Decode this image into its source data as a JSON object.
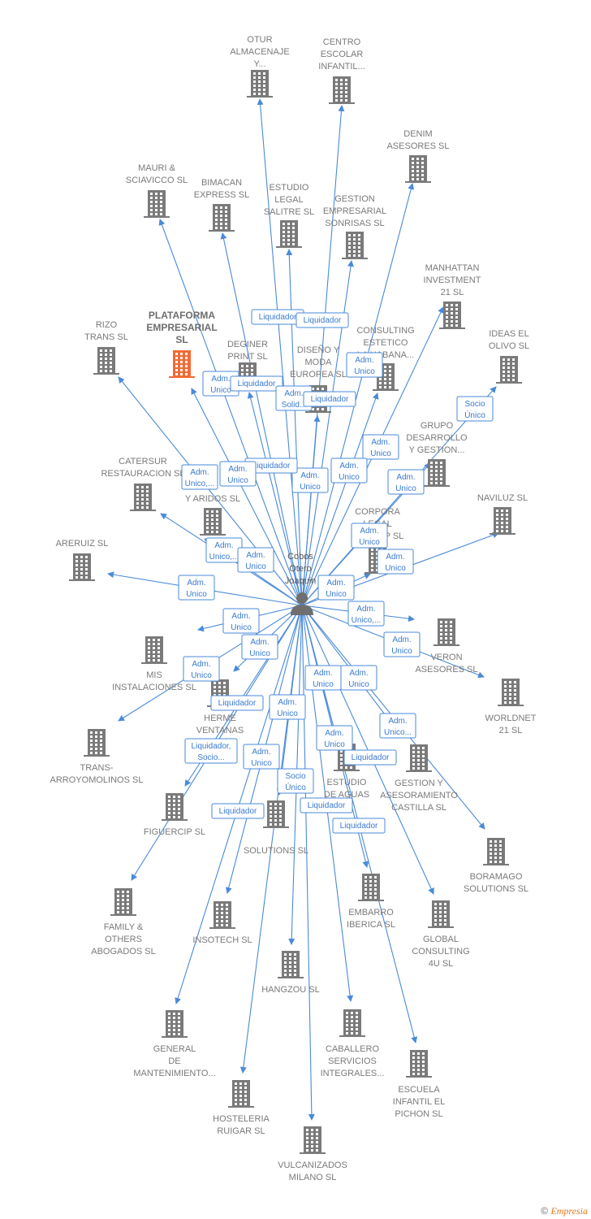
{
  "colors": {
    "edge": "#4a8ad8",
    "building": "#7a7a7a",
    "highlight": "#f26a35",
    "person": "#6f6f6f"
  },
  "center": {
    "lines": [
      "Cobos",
      "Otero",
      "Joaquin"
    ],
    "icon": "person-icon"
  },
  "nodes": [
    {
      "id": "otur",
      "lines": [
        "OTUR",
        "ALMACENAJE",
        "Y..."
      ]
    },
    {
      "id": "centro",
      "lines": [
        "CENTRO",
        "ESCOLAR",
        "INFANTIL..."
      ]
    },
    {
      "id": "denim",
      "lines": [
        "DENIM",
        "ASESORES SL"
      ]
    },
    {
      "id": "mauri",
      "lines": [
        "MAURI &",
        "SCIAVICCO SL"
      ]
    },
    {
      "id": "bimacan",
      "lines": [
        "BIMACAN",
        "EXPRESS SL"
      ]
    },
    {
      "id": "estudio_legal",
      "lines": [
        "ESTUDIO",
        "LEGAL",
        "SALITRE SL"
      ]
    },
    {
      "id": "gestion_emp",
      "lines": [
        "GESTION",
        "EMPRESARIAL",
        "SONRISAS  SL"
      ]
    },
    {
      "id": "manhattan",
      "lines": [
        "MANHATTAN",
        "INVESTMENT",
        "21 SL"
      ]
    },
    {
      "id": "rizo",
      "lines": [
        "RIZO",
        "TRANS SL"
      ]
    },
    {
      "id": "plataforma",
      "lines": [
        "PLATAFORMA",
        "EMPRESARIAL",
        "SL"
      ],
      "highlight": true
    },
    {
      "id": "deginer",
      "lines": [
        "DEGINER",
        "PRINT SL"
      ]
    },
    {
      "id": "diseno",
      "lines": [
        "DISEÑO Y",
        "MODA",
        "EUROPEA SL"
      ]
    },
    {
      "id": "consulting",
      "lines": [
        "CONSULTING",
        "ESTETICO",
        "LA HABANA..."
      ]
    },
    {
      "id": "ideas",
      "lines": [
        "IDEAS EL",
        "OLIVO SL"
      ]
    },
    {
      "id": "grupo",
      "lines": [
        "GRUPO",
        "DESARROLLO",
        "Y GESTION..."
      ]
    },
    {
      "id": "catersur",
      "lines": [
        "CATERSUR",
        "RESTAURACION SL"
      ]
    },
    {
      "id": "aridos",
      "lines": [
        "Y ARIDOS SL"
      ]
    },
    {
      "id": "naviluz",
      "lines": [
        "NAVILUZ SL"
      ]
    },
    {
      "id": "corpora",
      "lines": [
        "CORPORA",
        "LEGAL",
        "EU...OUP SL"
      ]
    },
    {
      "id": "areruiz",
      "lines": [
        "ARERUIZ SL"
      ]
    },
    {
      "id": "veron",
      "lines": [
        "VERON",
        "ASESORES SL"
      ]
    },
    {
      "id": "mis",
      "lines": [
        "MIS",
        "INSTALACIONES SL"
      ]
    },
    {
      "id": "worldnet",
      "lines": [
        "WORLDNET",
        "21 SL"
      ]
    },
    {
      "id": "herme",
      "lines": [
        "HERME",
        "VENTANAS"
      ]
    },
    {
      "id": "trans",
      "lines": [
        "TRANS-",
        "ARROYOMOLINOS SL"
      ]
    },
    {
      "id": "estudio_aguas",
      "lines": [
        "ESTUDIO",
        "DE AGUAS",
        "SL"
      ]
    },
    {
      "id": "gestion_ase",
      "lines": [
        "GESTION Y",
        "ASESORAMIENTO",
        "CASTILLA  SL"
      ]
    },
    {
      "id": "figuercip",
      "lines": [
        "FIGUERCIP SL"
      ]
    },
    {
      "id": "solutions",
      "lines": [
        "SOLUTIONS SL"
      ]
    },
    {
      "id": "boramago",
      "lines": [
        "BORAMAGO",
        "SOLUTIONS SL"
      ]
    },
    {
      "id": "family",
      "lines": [
        "FAMILY &",
        "OTHERS",
        "ABOGADOS SL"
      ]
    },
    {
      "id": "insotech",
      "lines": [
        "INSOTECH  SL"
      ]
    },
    {
      "id": "embarro",
      "lines": [
        "EMBARRO",
        "IBERICA SL"
      ]
    },
    {
      "id": "global",
      "lines": [
        "GLOBAL",
        "CONSULTING",
        "4U SL"
      ]
    },
    {
      "id": "hangzou",
      "lines": [
        "HANGZOU SL"
      ]
    },
    {
      "id": "general",
      "lines": [
        "GENERAL",
        "DE",
        "MANTENIMIENTO..."
      ]
    },
    {
      "id": "caballero",
      "lines": [
        "CABALLERO",
        "SERVICIOS",
        "INTEGRALES..."
      ]
    },
    {
      "id": "escuela",
      "lines": [
        "ESCUELA",
        "INFANTIL EL",
        "PICHON SL"
      ]
    },
    {
      "id": "hosteleria",
      "lines": [
        "HOSTELERIA",
        "RUIGAR SL"
      ]
    },
    {
      "id": "vulcanizados",
      "lines": [
        "VULCANIZADOS",
        "MILANO SL"
      ]
    }
  ],
  "roles": [
    {
      "lines": [
        "Liquidador"
      ]
    },
    {
      "lines": [
        "Liquidador"
      ]
    },
    {
      "lines": [
        "Adm.",
        "Unico"
      ]
    },
    {
      "lines": [
        "Adm.",
        "Unico"
      ]
    },
    {
      "lines": [
        "Liquidador"
      ]
    },
    {
      "lines": [
        "Adm.",
        "Solid..."
      ]
    },
    {
      "lines": [
        "Liquidador"
      ]
    },
    {
      "lines": [
        "Socio",
        "Único"
      ]
    },
    {
      "lines": [
        "Adm.",
        "Unico"
      ]
    },
    {
      "lines": [
        "Adm.",
        "Unico"
      ]
    },
    {
      "lines": [
        "Adm.",
        "Unico,..."
      ]
    },
    {
      "lines": [
        "Liquidador"
      ]
    },
    {
      "lines": [
        "Adm.",
        "Unico"
      ]
    },
    {
      "lines": [
        "Adm.",
        "Unico"
      ]
    },
    {
      "lines": [
        "Adm.",
        "Unico"
      ]
    },
    {
      "lines": [
        "Adm.",
        "Unico,..."
      ]
    },
    {
      "lines": [
        "Adm.",
        "Unico"
      ]
    },
    {
      "lines": [
        "Adm.",
        "Unico"
      ]
    },
    {
      "lines": [
        "Adm.",
        "Unico"
      ]
    },
    {
      "lines": [
        "Adm.",
        "Unico"
      ]
    },
    {
      "lines": [
        "Adm.",
        "Unico"
      ]
    },
    {
      "lines": [
        "Adm.",
        "Unico,..."
      ]
    },
    {
      "lines": [
        "Adm.",
        "Unico"
      ]
    },
    {
      "lines": [
        "Adm.",
        "Unico"
      ]
    },
    {
      "lines": [
        "Adm.",
        "Unico"
      ]
    },
    {
      "lines": [
        "Adm.",
        "Unico"
      ]
    },
    {
      "lines": [
        "Adm.",
        "Unico"
      ]
    },
    {
      "lines": [
        "Adm.",
        "Unico"
      ]
    },
    {
      "lines": [
        "Adm.",
        "Unico..."
      ]
    },
    {
      "lines": [
        "Liquidador,",
        "Socio..."
      ]
    },
    {
      "lines": [
        "Liquidador"
      ]
    },
    {
      "lines": [
        "Adm.",
        "Unico"
      ]
    },
    {
      "lines": [
        "Adm.",
        "Unico"
      ]
    },
    {
      "lines": [
        "Adm.",
        "Unico"
      ]
    },
    {
      "lines": [
        "Liquidador"
      ]
    },
    {
      "lines": [
        "Socio",
        "Único"
      ]
    },
    {
      "lines": [
        "Liquidador"
      ]
    },
    {
      "lines": [
        "Liquidador"
      ]
    },
    {
      "lines": [
        "Liquidador"
      ]
    }
  ],
  "footer": {
    "copyright": "©",
    "brand": "Empresia"
  }
}
